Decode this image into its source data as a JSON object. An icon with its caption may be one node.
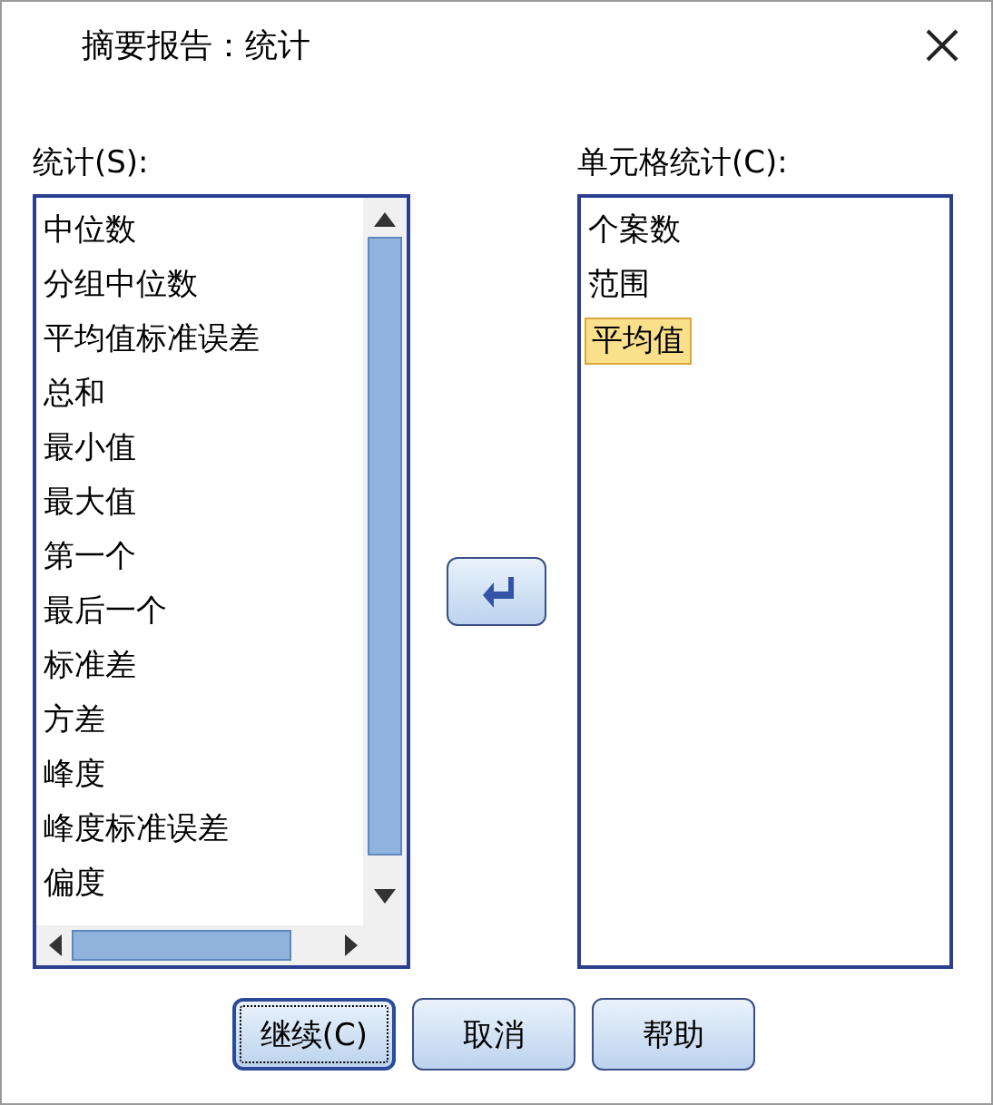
{
  "diagram": {
    "title": "摘要报告：统计",
    "nodes": [
      {
        "text": [
          "中位数",
          "分组中位数",
          "平均值标准误差",
          "总和",
          "最小值",
          "最大值",
          "第一个",
          "最后一个",
          "标准差",
          "方差",
          "峰度",
          "峰度标准误差",
          "偏度"
        ]
      },
      {
        "text": [
          "个案数",
          "范围",
          "平均值"
        ]
      },
      {
        "text": [],
        "shape": "box"
      },
      {
        "text": [
          "继续(C)"
        ]
      },
      {
        "text": [
          "取消"
        ]
      },
      {
        "text": [
          "帮助"
        ]
      }
    ],
    "labels": [
      "统计(S):",
      "单元格统计(C):"
    ]
  }
}
